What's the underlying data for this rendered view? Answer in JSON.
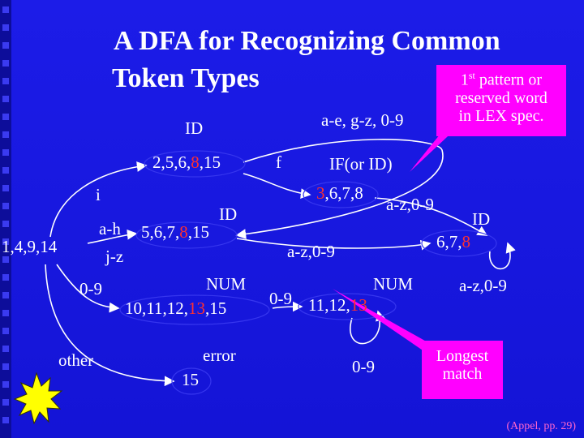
{
  "title": {
    "line1": "A DFA for Recognizing Common",
    "line2": "Token Types"
  },
  "callout_top": {
    "sup": "st",
    "prefix": "1",
    "rest": " pattern or",
    "line2": "reserved word",
    "line3": "in LEX spec."
  },
  "callout_bottom": {
    "line1": "Longest",
    "line2": "match"
  },
  "citation": "(Appel, pp. 29)",
  "states": {
    "start": "1,4,9,14",
    "s2": {
      "pre": "2,5,6,",
      "hl": "8",
      "post": ",15"
    },
    "s3": {
      "pre": "",
      "hl": "3",
      "post": ",6,7,8"
    },
    "s5": {
      "pre": "5,6,7,",
      "hl": "8",
      "post": ",15"
    },
    "s6": {
      "pre": "6,7,",
      "hl": "8",
      "post": ""
    },
    "s10": {
      "pre": "10,11,12,",
      "hl": "13",
      "post": ",15"
    },
    "s11": {
      "pre": "11,12,",
      "hl": "13",
      "post": ""
    },
    "s15": "15"
  },
  "tokens": {
    "s2": "ID",
    "s3": "IF(or ID)",
    "s5": "ID",
    "s6": "ID",
    "s10": "NUM",
    "s11": "NUM",
    "s15": "error"
  },
  "edges": {
    "i": "i",
    "ah": "a-h",
    "jz": "j-z",
    "digits09": "0-9",
    "other": "other",
    "f": "f",
    "aegz": "a-e, g-z, 0-9",
    "az09_from3": "a-z,0-9",
    "az09_from5": "a-z,0-9",
    "az09_loop6": "a-z,0-9",
    "dig_10_11": "0-9",
    "dig_loop11": "0-9"
  },
  "colors": {
    "background": "#1a1ae6",
    "highlight": "#ff3030",
    "callout": "#ff00ff",
    "sidebar": "#0d0d9a",
    "burst": "#ffff00"
  }
}
